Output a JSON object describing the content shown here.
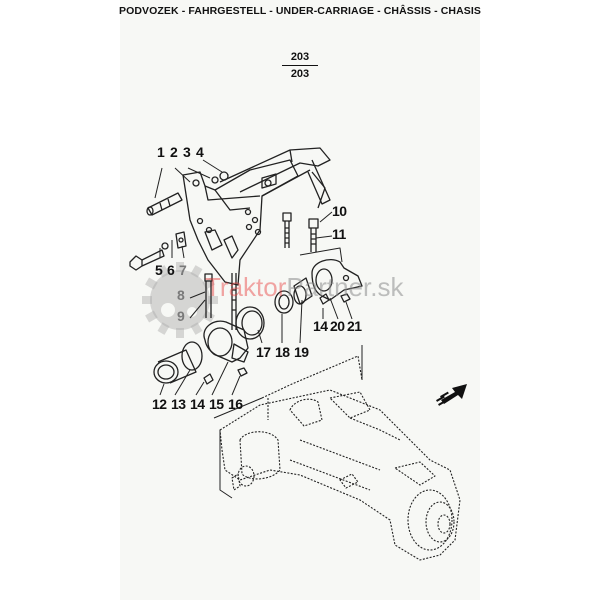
{
  "header": {
    "title": "PODVOZEK - FAHRGESTELL - UNDER-CARRIAGE - CHÂSSIS - CHASIS",
    "figure_number_top": "203",
    "figure_number_bottom": "203"
  },
  "watermark": {
    "text_red": "Traktor",
    "text_grey": "Partner.sk",
    "icon": "gear-tractor-icon"
  },
  "callouts": {
    "top_group": [
      "1",
      "2",
      "3",
      "4"
    ],
    "bolt_group": [
      "5",
      "6",
      "7"
    ],
    "pin_group": [
      "8",
      "9"
    ],
    "right_top": [
      "10",
      "11"
    ],
    "right_group": [
      "14",
      "20",
      "21"
    ],
    "middle_group": [
      "17",
      "18",
      "19"
    ],
    "bottom_group": [
      "12",
      "13",
      "14",
      "15",
      "16"
    ]
  },
  "direction_arrow": "front-direction-arrow-icon",
  "colors": {
    "line_art": "#222222",
    "watermark_red": "#e63c3c",
    "watermark_grey": "#8c8c8c",
    "page_bg": "#f7f8f5"
  }
}
